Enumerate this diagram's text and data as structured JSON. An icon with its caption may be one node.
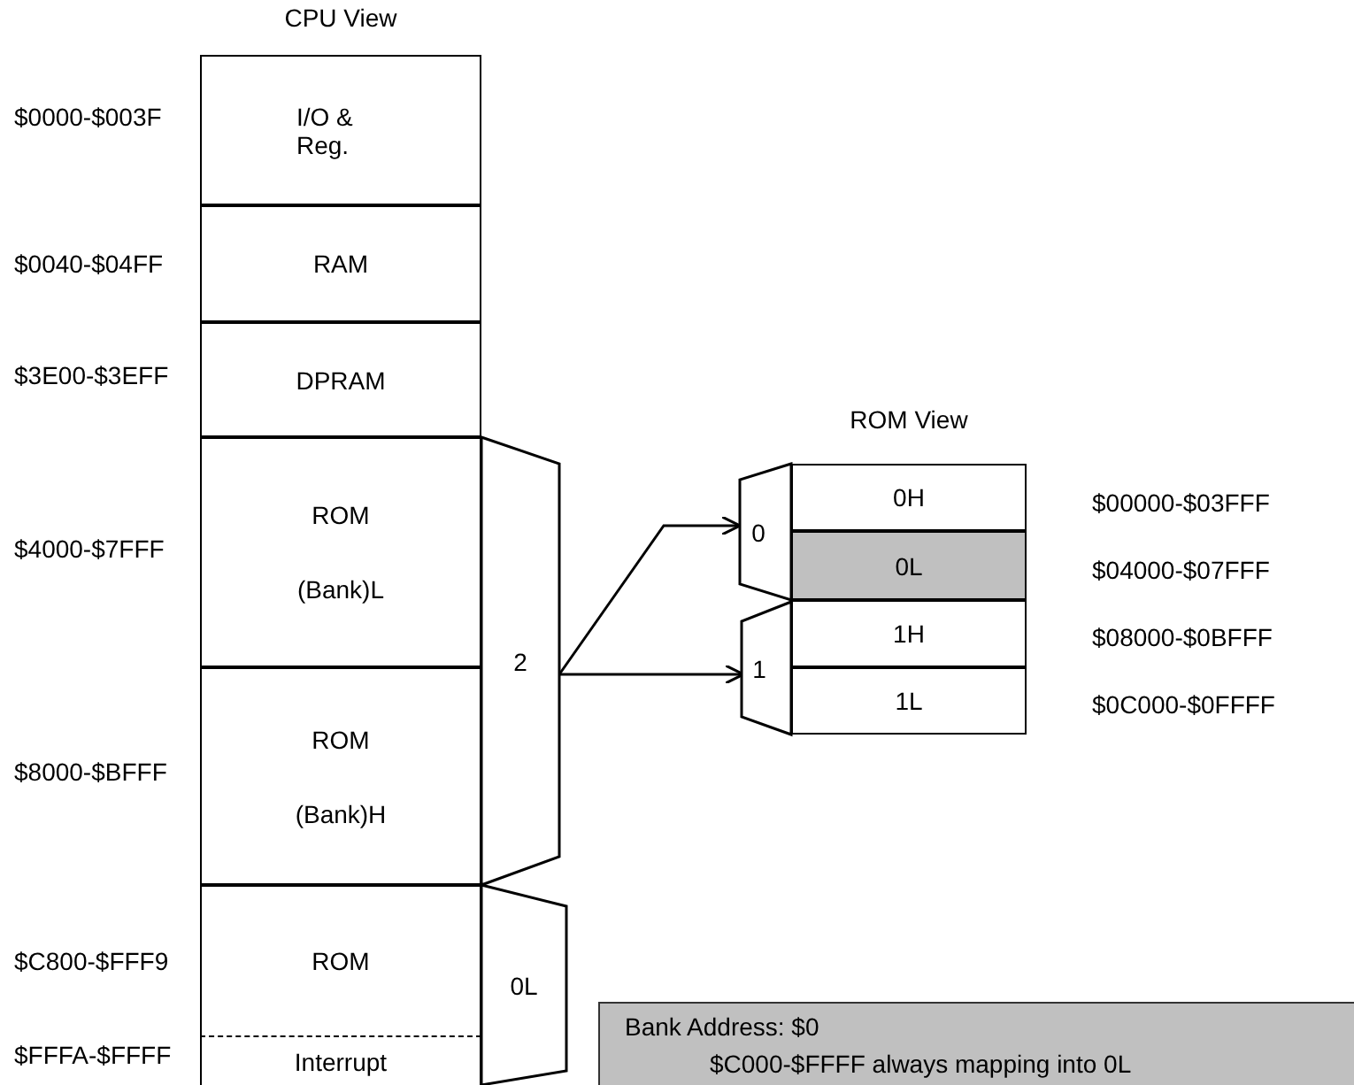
{
  "diagram": {
    "nodes": [
      {
        "text": [
          "I/O & Reg."
        ],
        "beside": [
          "$0000-$003F"
        ]
      },
      {
        "text": [
          "RAM"
        ],
        "beside": [
          "$0040-$04FF"
        ]
      },
      {
        "text": [
          "DPRAM"
        ],
        "beside": [
          "$3E00-$3EFF"
        ]
      },
      {
        "text": [
          "ROM",
          "(Bank)L"
        ],
        "beside": [
          "$4000-$7FFF"
        ]
      },
      {
        "text": [
          "ROM",
          "(Bank)H"
        ],
        "beside": [
          "$8000-$BFFF"
        ]
      },
      {
        "text": [
          "ROM"
        ],
        "beside": [
          "$C800-$FFF9"
        ]
      },
      {
        "text": [
          "Interrupt"
        ],
        "beside": [
          "$FFFA-$FFFF"
        ]
      },
      {
        "text": [
          "2"
        ]
      },
      {
        "text": [
          "0L"
        ]
      },
      {
        "text": [
          "0"
        ]
      },
      {
        "text": [
          "1"
        ]
      },
      {
        "text": [
          "0H"
        ],
        "beside": [
          "$00000-$03FFF"
        ]
      },
      {
        "text": [
          "0L"
        ],
        "beside": [
          "$04000-$07FFF"
        ]
      },
      {
        "text": [
          "1H"
        ],
        "beside": [
          "$08000-$0BFFF"
        ]
      },
      {
        "text": [
          "1L"
        ],
        "beside": [
          "$0C000-$0FFFF"
        ]
      },
      {
        "text": [
          "Bank Address: $0",
          "$C000-$FFFF always mapping into 0L"
        ]
      }
    ],
    "edges": [
      {
        "from": 7,
        "to": 9,
        "arrow": "to"
      },
      {
        "from": 7,
        "to": 10,
        "arrow": "to"
      }
    ],
    "labels": [
      "CPU View",
      "ROM View"
    ]
  }
}
